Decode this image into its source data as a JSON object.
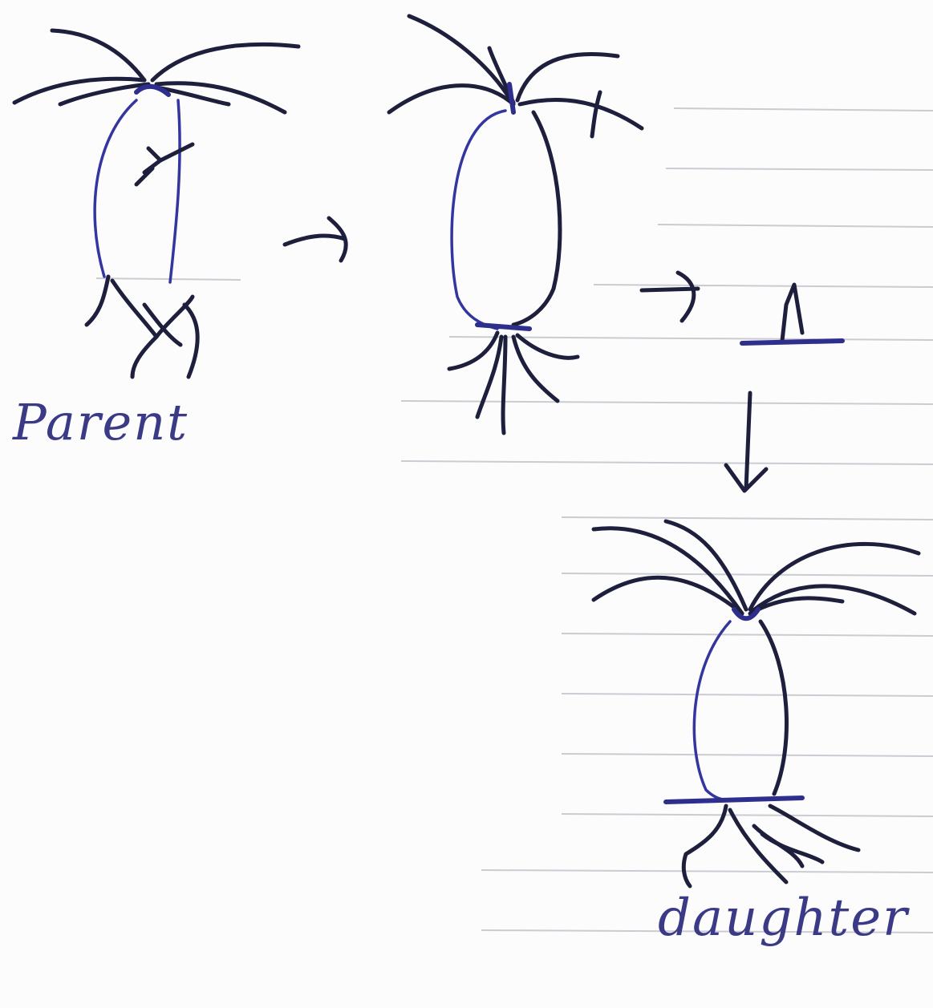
{
  "labels": {
    "parent": "Parent",
    "daughter": "daughter"
  },
  "colors": {
    "ink_dark": "#1d1f3c",
    "ink_blue": "#3436a0",
    "ruled_lines": "#b9bcc4",
    "paper": "#fcfcfc"
  },
  "stages": [
    {
      "name": "parent-hydra"
    },
    {
      "name": "hydra-with-bud"
    },
    {
      "name": "small-bud"
    },
    {
      "name": "daughter-hydra"
    }
  ]
}
